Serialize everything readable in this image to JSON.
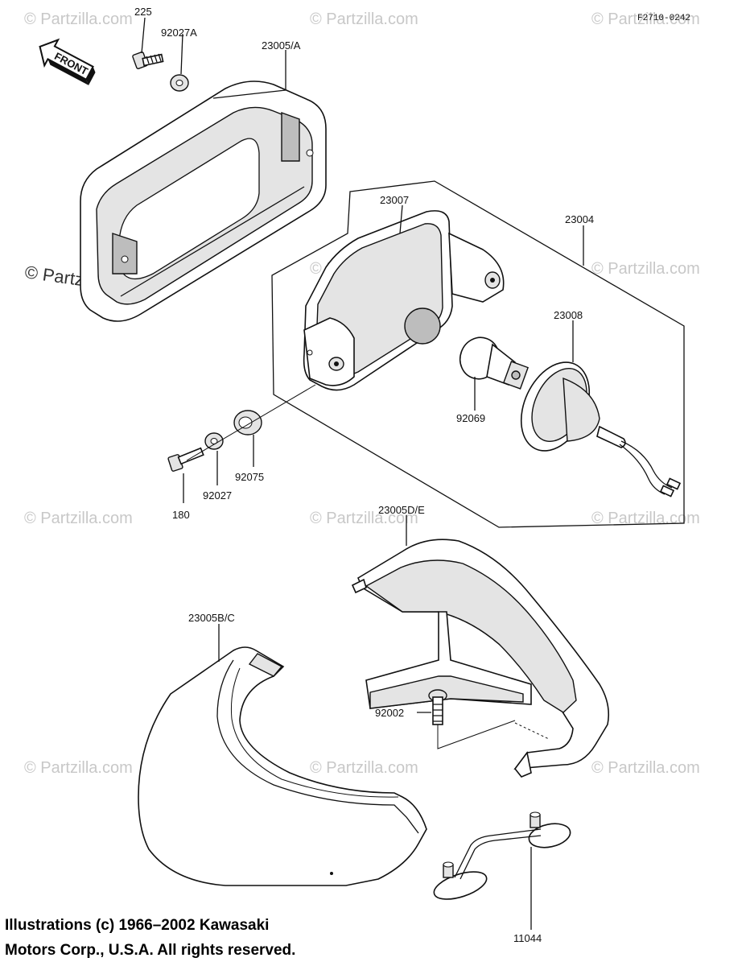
{
  "figure_code": "F2710-0242",
  "front_label": "FRONT",
  "watermark": "© Partzilla.com",
  "parts": {
    "p225": "225",
    "p92027A": "92027A",
    "p23005A": "23005/A",
    "p23007": "23007",
    "p23004": "23004",
    "p23008": "23008",
    "p92069": "92069",
    "p92075": "92075",
    "p92027": "92027",
    "p180": "180",
    "p23005DE": "23005D/E",
    "p23005BC": "23005B/C",
    "p92002": "92002",
    "p11044": "11044"
  },
  "copyright": {
    "line1": "Illustrations (c) 1966–2002 Kawasaki",
    "line2": "Motors Corp., U.S.A.  All rights reserved."
  }
}
